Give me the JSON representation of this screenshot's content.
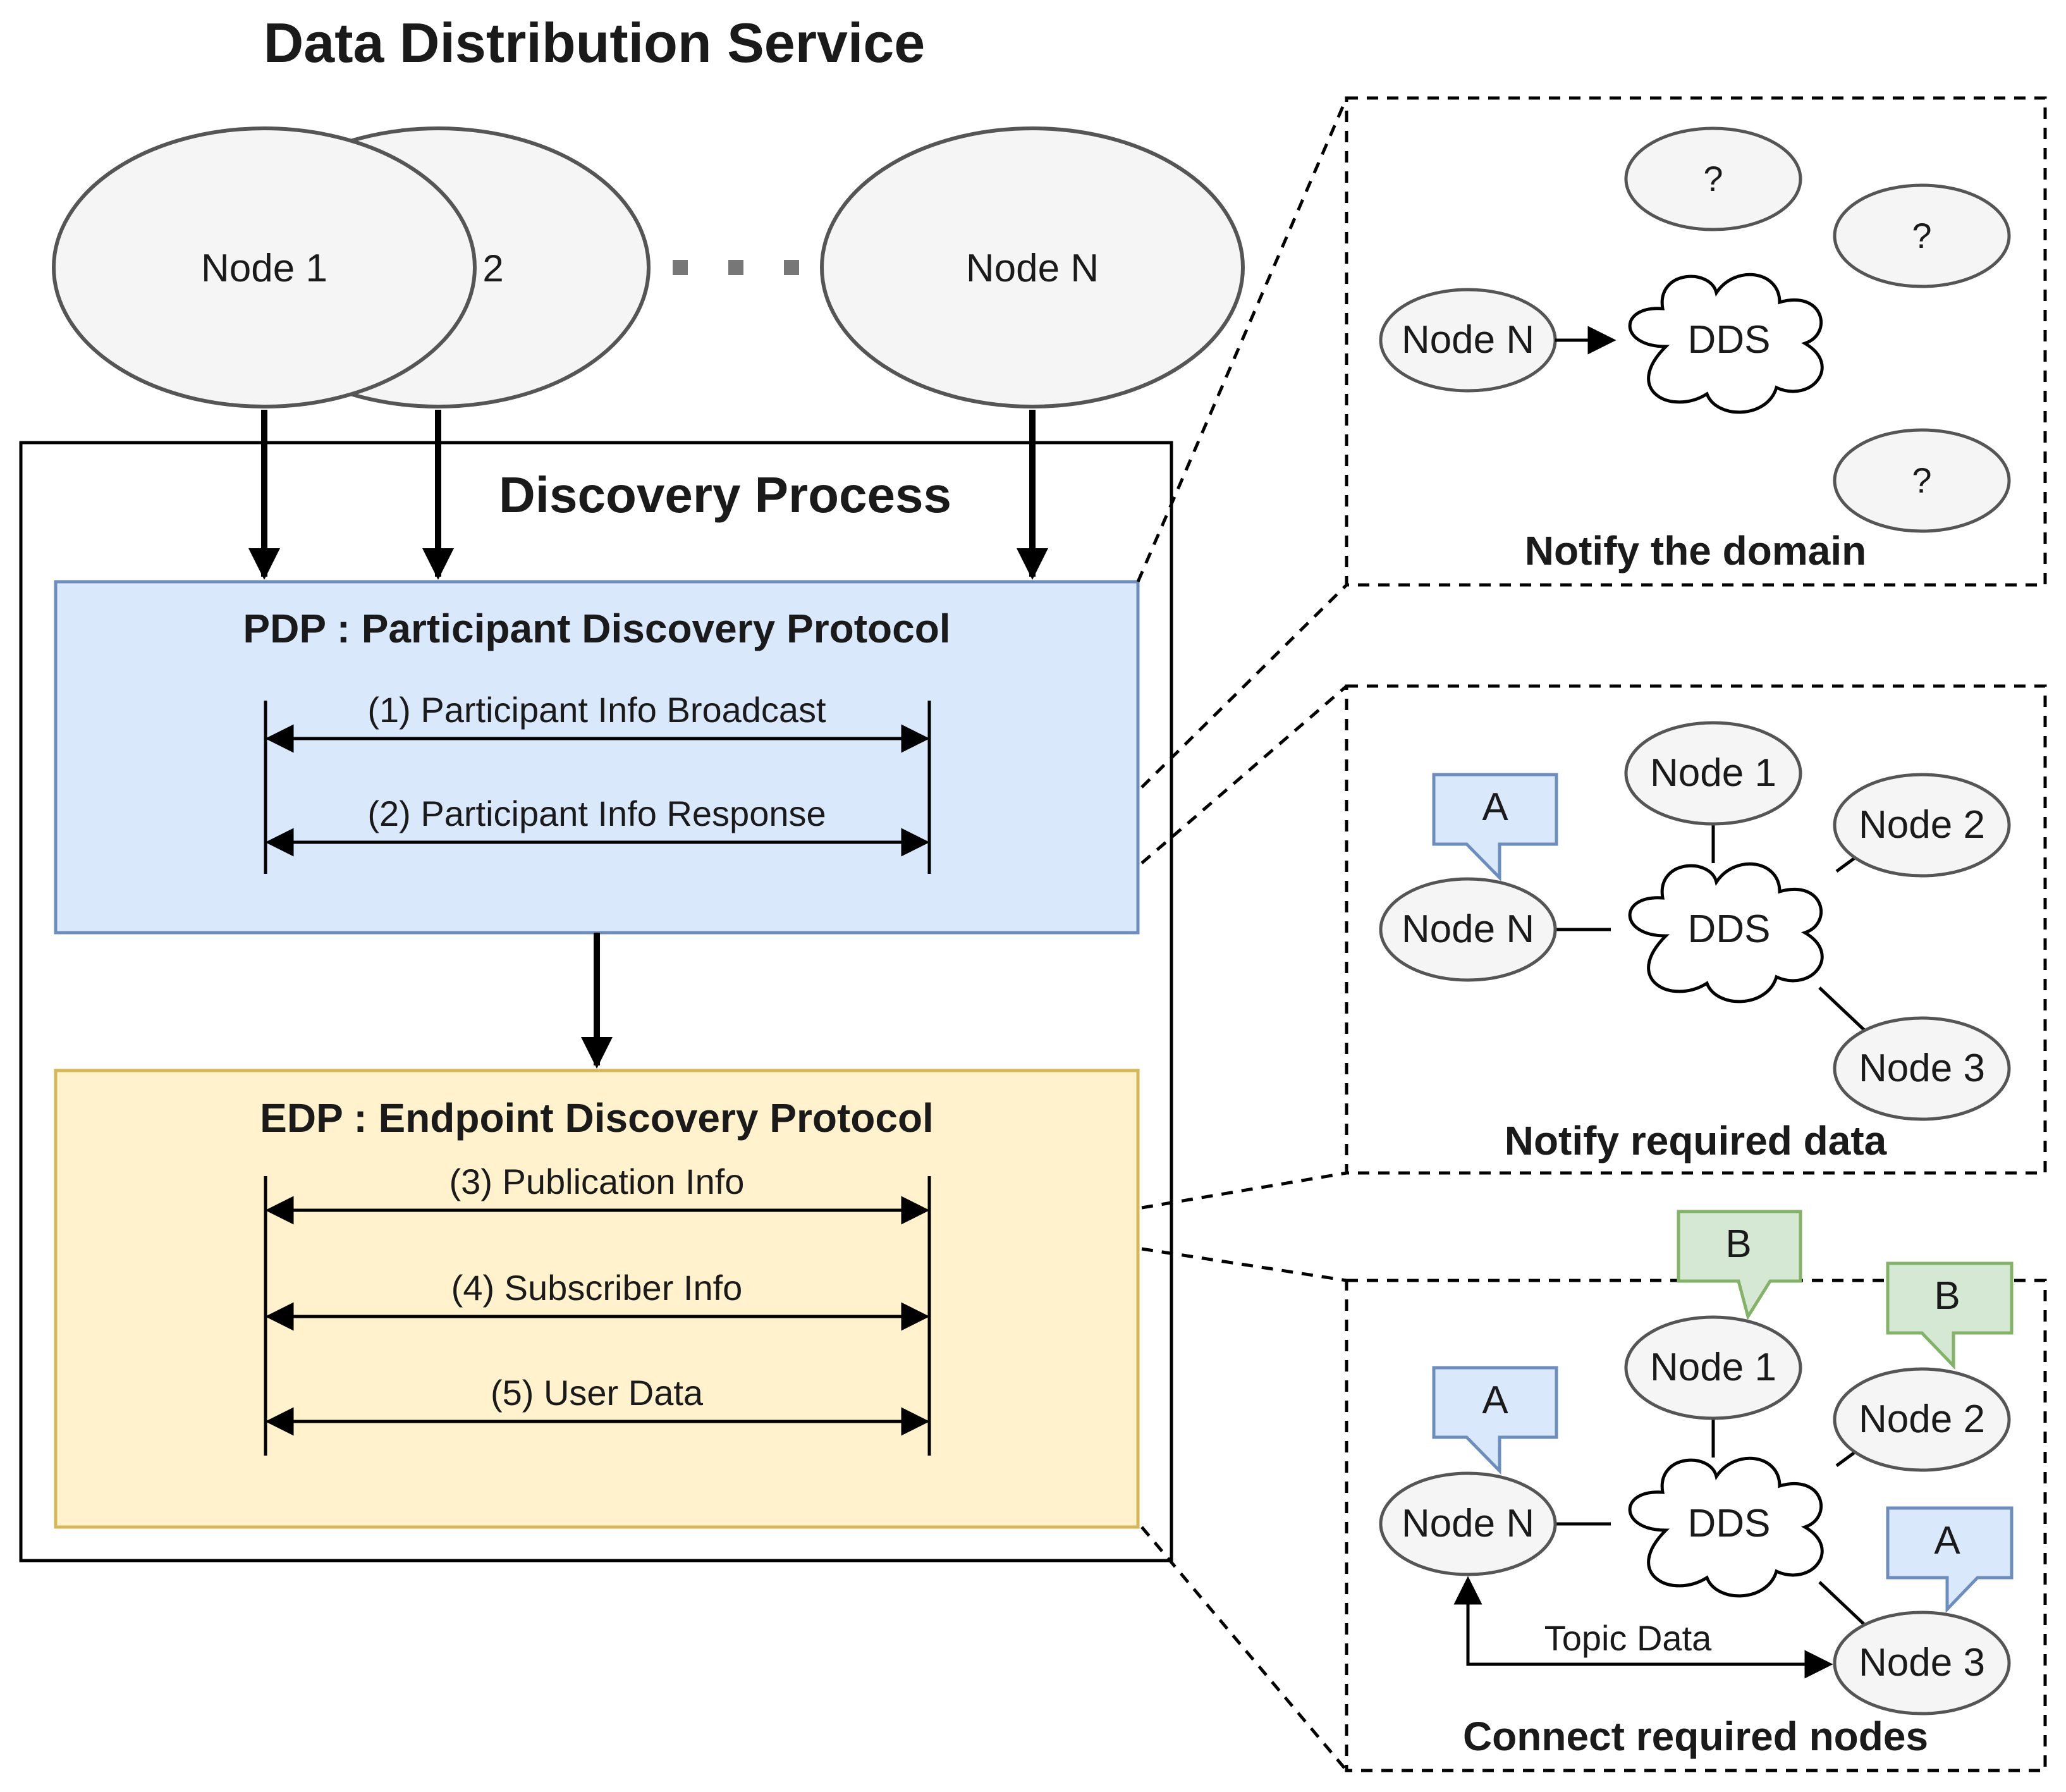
{
  "title": "Data Distribution Service",
  "nodes": {
    "node1": "Node 1",
    "node2": "2",
    "node_n": "Node N",
    "ellipsis": "• • •"
  },
  "discovery": {
    "title": "Discovery Process",
    "pdp": {
      "title": "PDP : Participant Discovery Protocol",
      "msg1": "(1) Participant Info Broadcast",
      "msg2": "(2) Participant Info Response"
    },
    "edp": {
      "title": "EDP : Endpoint Discovery Protocol",
      "msg3": "(3) Publication Info",
      "msg4": "(4) Subscriber Info",
      "msg5": "(5) User Data"
    }
  },
  "panel1": {
    "caption": "Notify the domain",
    "node": "Node N",
    "cloud": "DDS",
    "unknown": "?"
  },
  "panel2": {
    "caption": "Notify required data",
    "node_n": "Node N",
    "node1": "Node 1",
    "node2": "Node 2",
    "node3": "Node 3",
    "cloud": "DDS",
    "bubble_a": "A"
  },
  "panel3": {
    "caption": "Connect required nodes",
    "node_n": "Node N",
    "node1": "Node 1",
    "node2": "Node 2",
    "node3": "Node 3",
    "cloud": "DDS",
    "bubble_a": "A",
    "bubble_b": "B",
    "topic": "Topic Data"
  },
  "colors": {
    "pdp_fill": "#dae8fc",
    "pdp_stroke": "#6c8ebf",
    "edp_fill": "#fff2cc",
    "edp_stroke": "#d6b656",
    "green_fill": "#d5e8d4",
    "green_stroke": "#82b366",
    "node_fill": "#f5f5f5"
  }
}
